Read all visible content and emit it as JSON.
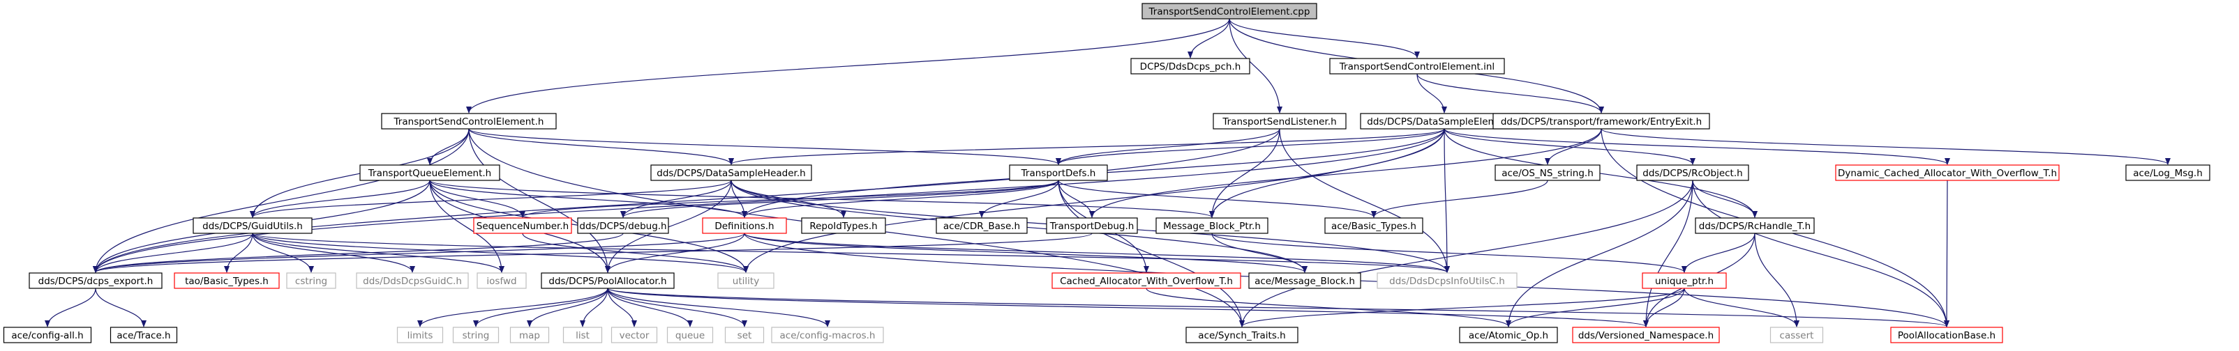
{
  "graph": {
    "title": "Include dependency graph for TransportSendControlElement.cpp",
    "colors": {
      "root_fill": "#bfbfbf",
      "normal_border": "#000000",
      "truncated_border": "#ff0000",
      "system_border": "#bfbfbf",
      "system_text": "#7f7f7f",
      "edge": "#191970"
    },
    "nodes": [
      {
        "id": "root",
        "label": "TransportSendControlElement.cpp",
        "kind": "root"
      },
      {
        "id": "pch",
        "label": "DCPS/DdsDcps_pch.h",
        "kind": "normal"
      },
      {
        "id": "tsce_inl",
        "label": "TransportSendControlElement.inl",
        "kind": "normal"
      },
      {
        "id": "tsce_h",
        "label": "TransportSendControlElement.h",
        "kind": "normal"
      },
      {
        "id": "tsl_h",
        "label": "TransportSendListener.h",
        "kind": "normal"
      },
      {
        "id": "dse_h",
        "label": "dds/DCPS/DataSampleElement.h",
        "kind": "normal"
      },
      {
        "id": "entryexit",
        "label": "dds/DCPS/transport/framework/EntryExit.h",
        "kind": "normal"
      },
      {
        "id": "tqe_h",
        "label": "TransportQueueElement.h",
        "kind": "normal"
      },
      {
        "id": "dsh_h",
        "label": "dds/DCPS/DataSampleHeader.h",
        "kind": "normal"
      },
      {
        "id": "tdefs",
        "label": "TransportDefs.h",
        "kind": "normal"
      },
      {
        "id": "osns",
        "label": "ace/OS_NS_string.h",
        "kind": "normal"
      },
      {
        "id": "rcobj",
        "label": "dds/DCPS/RcObject.h",
        "kind": "normal"
      },
      {
        "id": "dcawo",
        "label": "Dynamic_Cached_Allocator_With_Overflow_T.h",
        "kind": "truncated"
      },
      {
        "id": "logmsg",
        "label": "ace/Log_Msg.h",
        "kind": "normal"
      },
      {
        "id": "guidutils",
        "label": "dds/DCPS/GuidUtils.h",
        "kind": "normal"
      },
      {
        "id": "seqnum",
        "label": "SequenceNumber.h",
        "kind": "truncated"
      },
      {
        "id": "debug",
        "label": "dds/DCPS/debug.h",
        "kind": "normal"
      },
      {
        "id": "defs",
        "label": "Definitions.h",
        "kind": "truncated"
      },
      {
        "id": "repoid",
        "label": "RepoIdTypes.h",
        "kind": "normal"
      },
      {
        "id": "cdrbase",
        "label": "ace/CDR_Base.h",
        "kind": "normal"
      },
      {
        "id": "tdebug",
        "label": "TransportDebug.h",
        "kind": "normal"
      },
      {
        "id": "mbptr",
        "label": "Message_Block_Ptr.h",
        "kind": "normal"
      },
      {
        "id": "basictypes",
        "label": "ace/Basic_Types.h",
        "kind": "normal"
      },
      {
        "id": "rchandle",
        "label": "dds/DCPS/RcHandle_T.h",
        "kind": "normal"
      },
      {
        "id": "dcpsexport",
        "label": "dds/DCPS/dcps_export.h",
        "kind": "normal"
      },
      {
        "id": "taobasic",
        "label": "tao/Basic_Types.h",
        "kind": "truncated"
      },
      {
        "id": "cstring",
        "label": "cstring",
        "kind": "system"
      },
      {
        "id": "guidc",
        "label": "dds/DdsDcpsGuidC.h",
        "kind": "system"
      },
      {
        "id": "iosfwd",
        "label": "iosfwd",
        "kind": "system"
      },
      {
        "id": "utility",
        "label": "utility",
        "kind": "system"
      },
      {
        "id": "poolalloc",
        "label": "dds/DCPS/PoolAllocator.h",
        "kind": "normal"
      },
      {
        "id": "cawo",
        "label": "Cached_Allocator_With_Overflow_T.h",
        "kind": "truncated"
      },
      {
        "id": "mblock",
        "label": "ace/Message_Block.h",
        "kind": "normal"
      },
      {
        "id": "infoutilsc",
        "label": "dds/DdsDcpsInfoUtilsC.h",
        "kind": "system"
      },
      {
        "id": "uniqueptr",
        "label": "unique_ptr.h",
        "kind": "truncated"
      },
      {
        "id": "configall",
        "label": "ace/config-all.h",
        "kind": "normal"
      },
      {
        "id": "trace",
        "label": "ace/Trace.h",
        "kind": "normal"
      },
      {
        "id": "limits",
        "label": "limits",
        "kind": "system"
      },
      {
        "id": "string",
        "label": "string",
        "kind": "system"
      },
      {
        "id": "map",
        "label": "map",
        "kind": "system"
      },
      {
        "id": "list",
        "label": "list",
        "kind": "system"
      },
      {
        "id": "vector",
        "label": "vector",
        "kind": "system"
      },
      {
        "id": "queue",
        "label": "queue",
        "kind": "system"
      },
      {
        "id": "set",
        "label": "set",
        "kind": "system"
      },
      {
        "id": "configmacros",
        "label": "ace/config-macros.h",
        "kind": "system"
      },
      {
        "id": "synchtraits",
        "label": "ace/Synch_Traits.h",
        "kind": "normal"
      },
      {
        "id": "atomicop",
        "label": "ace/Atomic_Op.h",
        "kind": "normal"
      },
      {
        "id": "versioned",
        "label": "dds/Versioned_Namespace.h",
        "kind": "truncated"
      },
      {
        "id": "cassert",
        "label": "cassert",
        "kind": "system"
      },
      {
        "id": "poolallocbase",
        "label": "PoolAllocationBase.h",
        "kind": "truncated"
      }
    ],
    "edges": [
      [
        "root",
        "pch"
      ],
      [
        "root",
        "tsce_inl"
      ],
      [
        "root",
        "tsce_h"
      ],
      [
        "root",
        "tsl_h"
      ],
      [
        "root",
        "entryexit"
      ],
      [
        "tsce_inl",
        "entryexit"
      ],
      [
        "tsce_inl",
        "dse_h"
      ],
      [
        "tsce_h",
        "tqe_h"
      ],
      [
        "tsce_h",
        "dsh_h"
      ],
      [
        "tsce_h",
        "tdefs"
      ],
      [
        "tsce_h",
        "guidutils"
      ],
      [
        "tsce_h",
        "dcpsexport"
      ],
      [
        "tsce_h",
        "poolalloc"
      ],
      [
        "tsce_h",
        "synchtraits"
      ],
      [
        "tsl_h",
        "tdefs"
      ],
      [
        "tsl_h",
        "mbptr"
      ],
      [
        "tsl_h",
        "dcpsexport"
      ],
      [
        "tsl_h",
        "infoutilsc"
      ],
      [
        "dse_h",
        "dsh_h"
      ],
      [
        "dse_h",
        "tdefs"
      ],
      [
        "dse_h",
        "rcobj"
      ],
      [
        "dse_h",
        "dcawo"
      ],
      [
        "dse_h",
        "rchandle"
      ],
      [
        "dse_h",
        "mbptr"
      ],
      [
        "dse_h",
        "defs"
      ],
      [
        "dse_h",
        "infoutilsc"
      ],
      [
        "dse_h",
        "utility"
      ],
      [
        "dse_h",
        "dcpsexport"
      ],
      [
        "entryexit",
        "osns"
      ],
      [
        "entryexit",
        "logmsg"
      ],
      [
        "entryexit",
        "poolallocbase"
      ],
      [
        "entryexit",
        "tdebug"
      ],
      [
        "tqe_h",
        "seqnum"
      ],
      [
        "tqe_h",
        "guidutils"
      ],
      [
        "tqe_h",
        "dcpsexport"
      ],
      [
        "tqe_h",
        "mbptr"
      ],
      [
        "tqe_h",
        "poolalloc"
      ],
      [
        "tqe_h",
        "iosfwd"
      ],
      [
        "tqe_h",
        "defs"
      ],
      [
        "tqe_h",
        "utility"
      ],
      [
        "dsh_h",
        "guidutils"
      ],
      [
        "dsh_h",
        "debug"
      ],
      [
        "dsh_h",
        "defs"
      ],
      [
        "dsh_h",
        "repoid"
      ],
      [
        "dsh_h",
        "poolalloc"
      ],
      [
        "dsh_h",
        "mblock"
      ],
      [
        "dsh_h",
        "infoutilsc"
      ],
      [
        "tdefs",
        "defs"
      ],
      [
        "tdefs",
        "cdrbase"
      ],
      [
        "tdefs",
        "tdebug"
      ],
      [
        "tdefs",
        "basictypes"
      ],
      [
        "tdefs",
        "synchtraits"
      ],
      [
        "tdefs",
        "cawo"
      ],
      [
        "tdefs",
        "debug"
      ],
      [
        "tdefs",
        "seqnum"
      ],
      [
        "osns",
        "basictypes"
      ],
      [
        "rcobj",
        "rchandle"
      ],
      [
        "rcobj",
        "atomicop"
      ],
      [
        "rcobj",
        "synchtraits"
      ],
      [
        "rcobj",
        "poolallocbase"
      ],
      [
        "rcobj",
        "versioned"
      ],
      [
        "dcawo",
        "poolallocbase"
      ],
      [
        "guidutils",
        "dcpsexport"
      ],
      [
        "guidutils",
        "taobasic"
      ],
      [
        "guidutils",
        "cstring"
      ],
      [
        "guidutils",
        "guidc"
      ],
      [
        "guidutils",
        "iosfwd"
      ],
      [
        "guidutils",
        "utility"
      ],
      [
        "guidutils",
        "infoutilsc"
      ],
      [
        "seqnum",
        "utility"
      ],
      [
        "debug",
        "dcpsexport"
      ],
      [
        "defs",
        "mblock"
      ],
      [
        "defs",
        "poolallocbase"
      ],
      [
        "defs",
        "infoutilsc"
      ],
      [
        "defs",
        "poolalloc"
      ],
      [
        "defs",
        "dcpsexport"
      ],
      [
        "tdebug",
        "dcpsexport"
      ],
      [
        "mbptr",
        "mblock"
      ],
      [
        "mbptr",
        "uniqueptr"
      ],
      [
        "rchandle",
        "uniqueptr"
      ],
      [
        "rchandle",
        "versioned"
      ],
      [
        "rchandle",
        "cassert"
      ],
      [
        "dcpsexport",
        "configall"
      ],
      [
        "dcpsexport",
        "trace"
      ],
      [
        "poolalloc",
        "limits"
      ],
      [
        "poolalloc",
        "string"
      ],
      [
        "poolalloc",
        "map"
      ],
      [
        "poolalloc",
        "list"
      ],
      [
        "poolalloc",
        "vector"
      ],
      [
        "poolalloc",
        "queue"
      ],
      [
        "poolalloc",
        "set"
      ],
      [
        "poolalloc",
        "configmacros"
      ],
      [
        "poolalloc",
        "poolallocbase"
      ],
      [
        "poolalloc",
        "versioned"
      ],
      [
        "cawo",
        "atomicop"
      ],
      [
        "uniqueptr",
        "synchtraits"
      ],
      [
        "uniqueptr",
        "atomicop"
      ],
      [
        "uniqueptr",
        "versioned"
      ],
      [
        "uniqueptr",
        "cassert"
      ]
    ]
  }
}
